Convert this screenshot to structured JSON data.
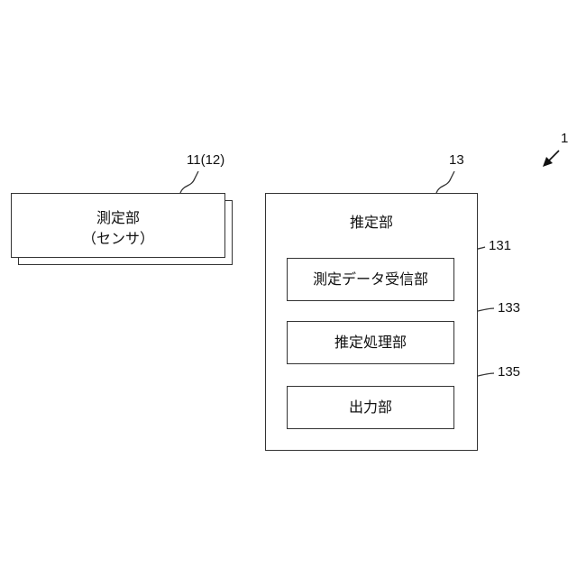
{
  "system_ref": "1",
  "sensor": {
    "ref": "11(12)",
    "title": "測定部",
    "subtitle": "（センサ）"
  },
  "estimator": {
    "ref": "13",
    "title": "推定部",
    "modules": [
      {
        "ref": "131",
        "label": "測定データ受信部"
      },
      {
        "ref": "133",
        "label": "推定処理部"
      },
      {
        "ref": "135",
        "label": "出力部"
      }
    ]
  }
}
